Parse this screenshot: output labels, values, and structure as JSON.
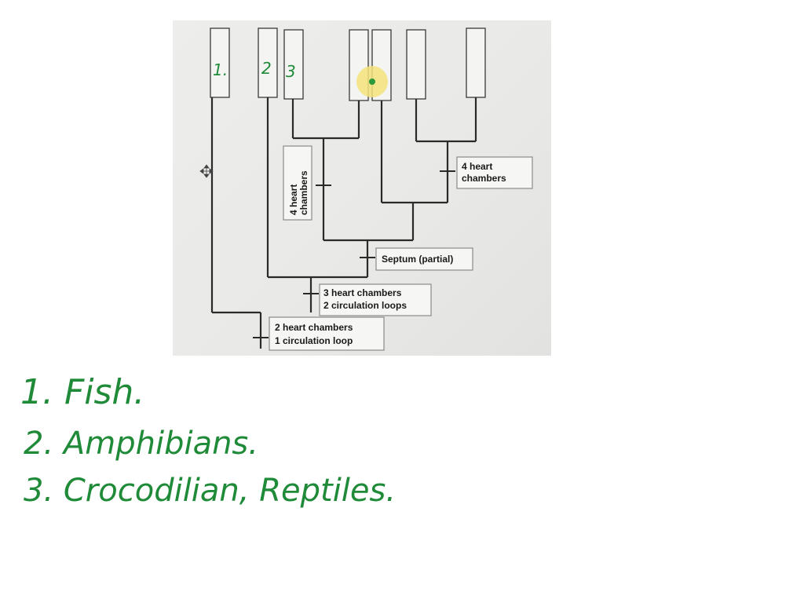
{
  "diagram": {
    "photo_labels": [
      "1.",
      "2",
      "3"
    ],
    "traits": {
      "four_chambers_vertical": [
        "4 heart",
        "chambers"
      ],
      "four_chambers_right": [
        "4 heart",
        "chambers"
      ],
      "septum": "Septum (partial)",
      "three_chambers": [
        "3 heart chambers",
        "2 circulation loops"
      ],
      "two_chambers": [
        "2 heart chambers",
        "1 circulation loop"
      ]
    }
  },
  "notes": {
    "lines": [
      "1. Fish.",
      "2. Amphibians.",
      "3. Crocodilian, Reptiles."
    ]
  },
  "colors": {
    "ink_green": "#1f8a38",
    "line_dark": "#2a2a2a",
    "highlight": "#f4e27a"
  }
}
